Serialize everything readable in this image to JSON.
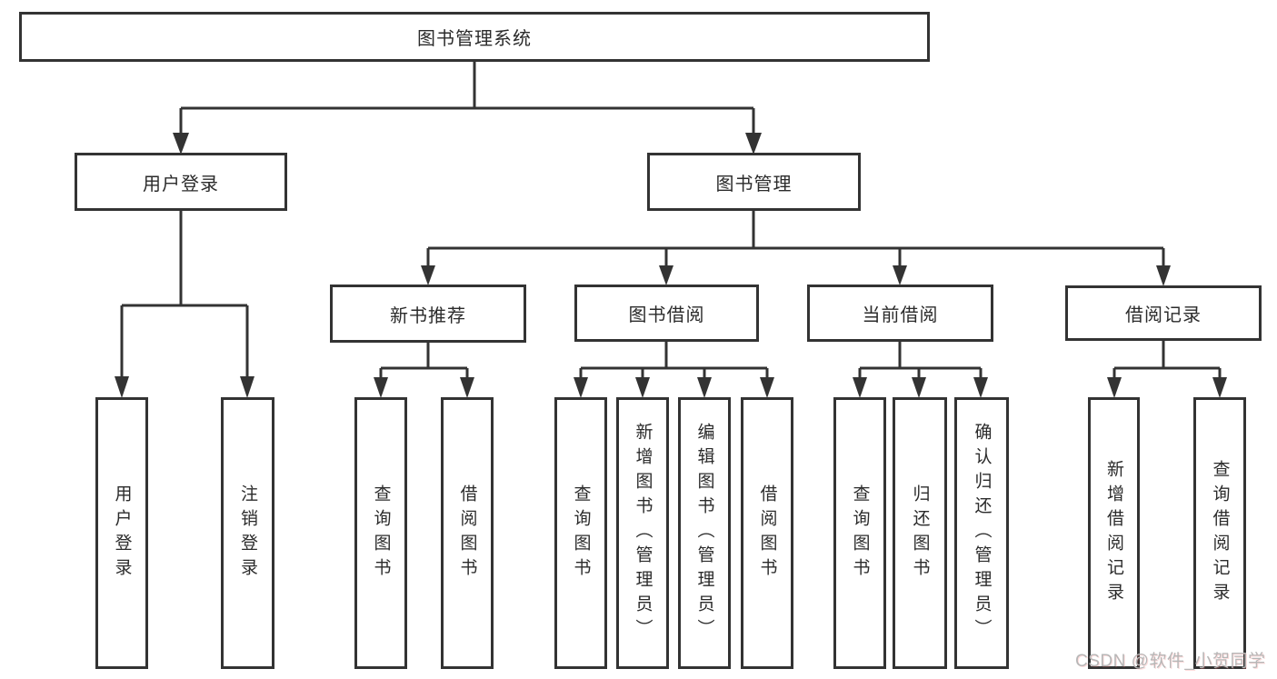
{
  "tree": {
    "root": {
      "label": "图书管理系统"
    },
    "branches": [
      {
        "label": "用户登录",
        "children": [
          {
            "label": "用户登录"
          },
          {
            "label": "注销登录"
          }
        ]
      },
      {
        "label": "图书管理",
        "groups": [
          {
            "label": "新书推荐",
            "children": [
              {
                "label": "查询图书"
              },
              {
                "label": "借阅图书"
              }
            ]
          },
          {
            "label": "图书借阅",
            "children": [
              {
                "label": "查询图书"
              },
              {
                "label": "新增图书（管理员）"
              },
              {
                "label": "编辑图书（管理员）"
              },
              {
                "label": "借阅图书"
              }
            ]
          },
          {
            "label": "当前借阅",
            "children": [
              {
                "label": "查询图书"
              },
              {
                "label": "归还图书"
              },
              {
                "label": "确认归还（管理员）"
              }
            ]
          },
          {
            "label": "借阅记录",
            "children": [
              {
                "label": "新增借阅记录"
              },
              {
                "label": "查询借阅记录"
              }
            ]
          }
        ]
      }
    ]
  },
  "watermark": {
    "text": "CSDN @软件_小贺同学"
  },
  "colors": {
    "line": "#333333",
    "box_border": "#333333",
    "box_background": "#ffffff",
    "text": "#2b2b2b",
    "watermark": "#b7b7b7",
    "page_background": "#ffffff"
  }
}
